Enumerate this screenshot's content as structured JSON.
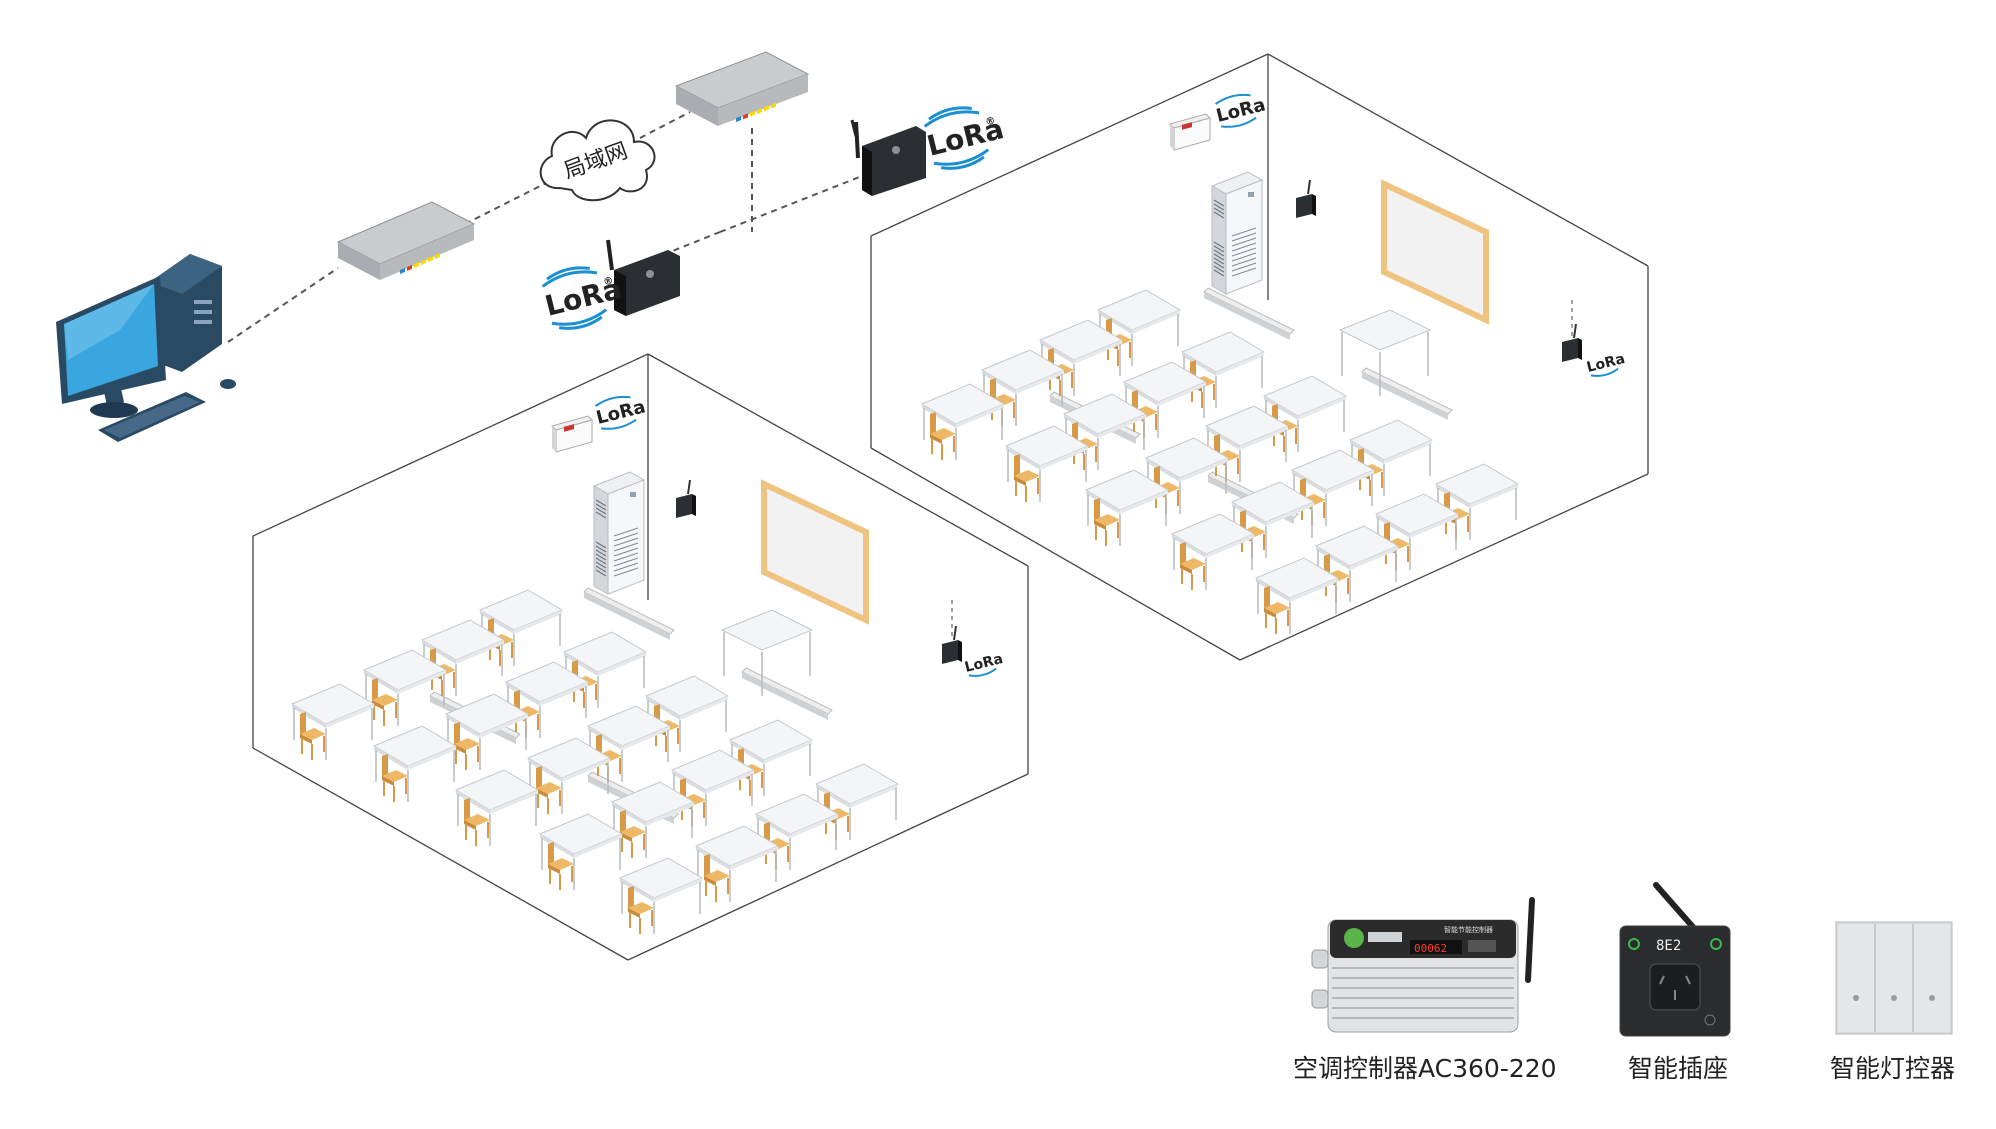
{
  "network": {
    "cloud_label": "局域网",
    "lora_logo": "LoRa",
    "lora_reg": "®"
  },
  "devices": [
    {
      "id": "ac-controller",
      "label": "空调控制器AC360-220",
      "icon": "ac-controller-box-icon",
      "display": "00062",
      "panel_title": "智能节能控制器"
    },
    {
      "id": "smart-socket",
      "label": "智能插座",
      "icon": "smart-socket-icon",
      "display": "8E2"
    },
    {
      "id": "smart-light",
      "label": "智能灯控器",
      "icon": "triple-switch-panel-icon"
    }
  ],
  "colors": {
    "chair": "#e8b060",
    "board_frame": "#efc380",
    "monitor_screen": "#39a6df",
    "pc_dark": "#2a4a63",
    "lora_blue": "#1b8fd0",
    "switch_leds": [
      "#2a86c8",
      "#e43a2c",
      "#ffd800",
      "#ffd800",
      "#ffd800",
      "#ffd800"
    ]
  }
}
